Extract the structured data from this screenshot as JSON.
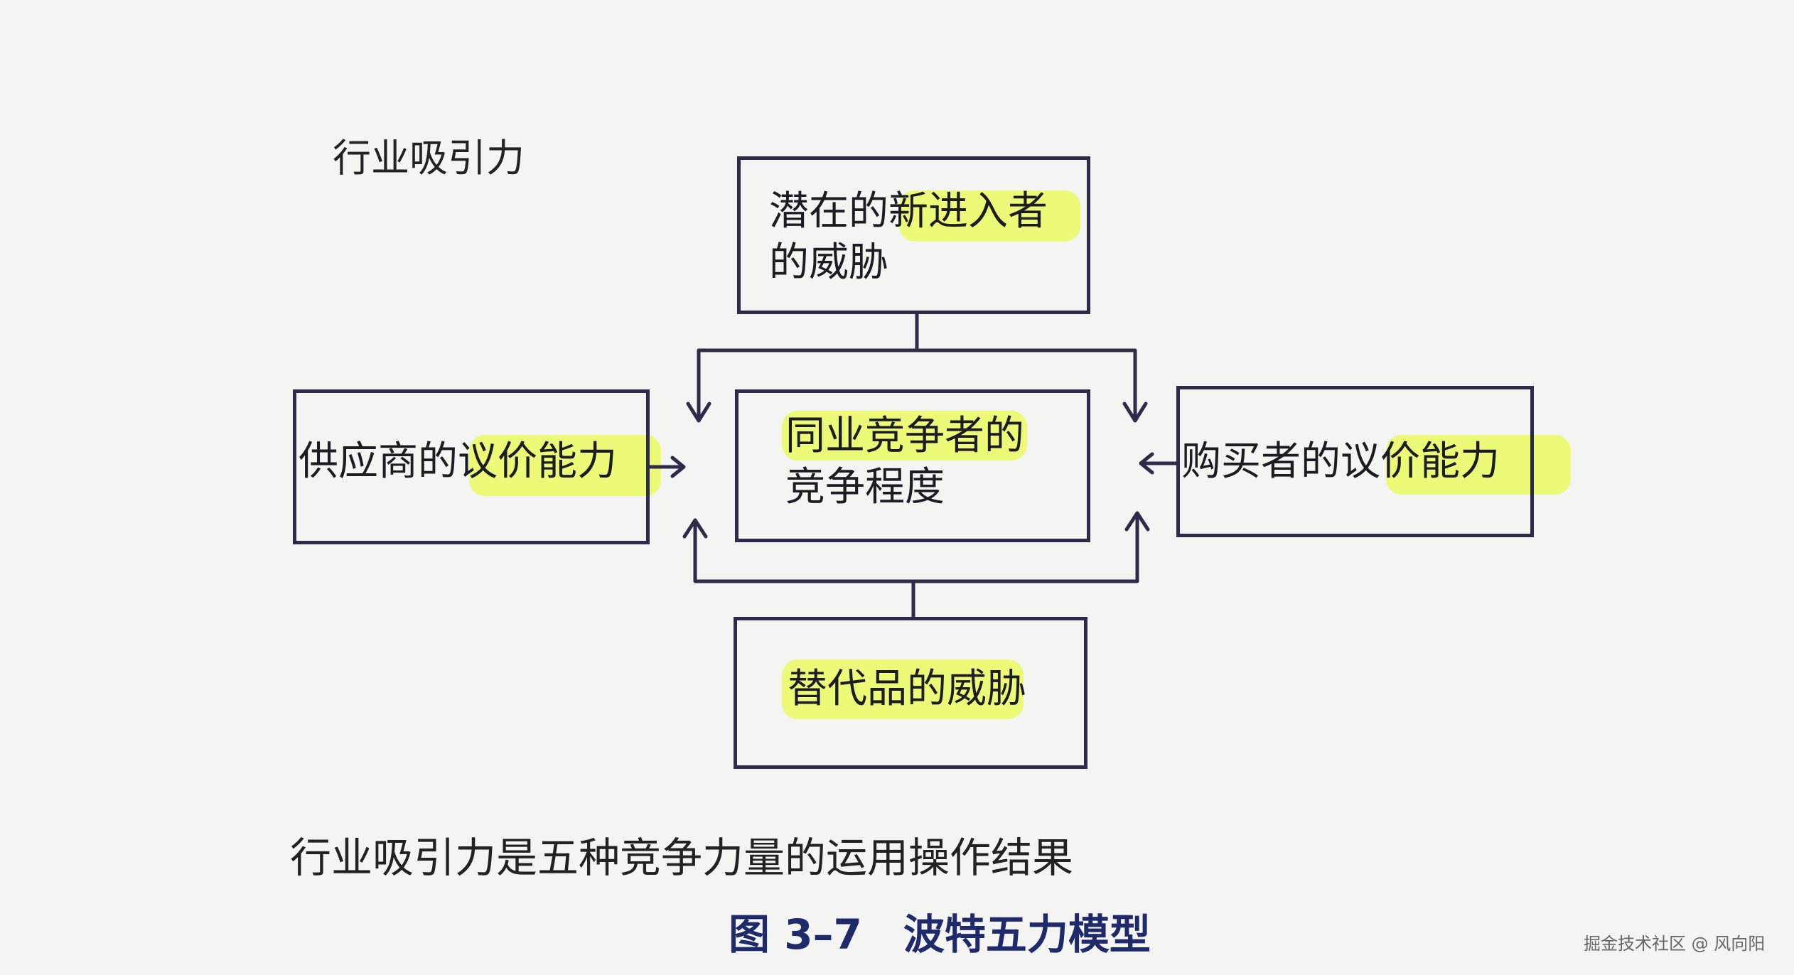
{
  "diagram": {
    "title": "行业吸引力",
    "nodes": {
      "new_entrants": {
        "text_line1": "潜在的新进入者",
        "text_line2": "的威胁"
      },
      "suppliers": {
        "text": "供应商的议价能力"
      },
      "rivalry": {
        "text_line1": "同业竞争者的",
        "text_line2": "竞争程度"
      },
      "buyers": {
        "text": "购买者的议价能力"
      },
      "substitutes": {
        "text": "替代品的威胁"
      }
    },
    "note": "行业吸引力是五种竞争力量的运用操作结果",
    "caption": "图 3–7　波特五力模型"
  },
  "watermark": "掘金技术社区 @ 风向阳",
  "colors": {
    "box_border": "#2e2a4a",
    "highlight": "#ecfa6e",
    "caption": "#1f2a6a"
  }
}
